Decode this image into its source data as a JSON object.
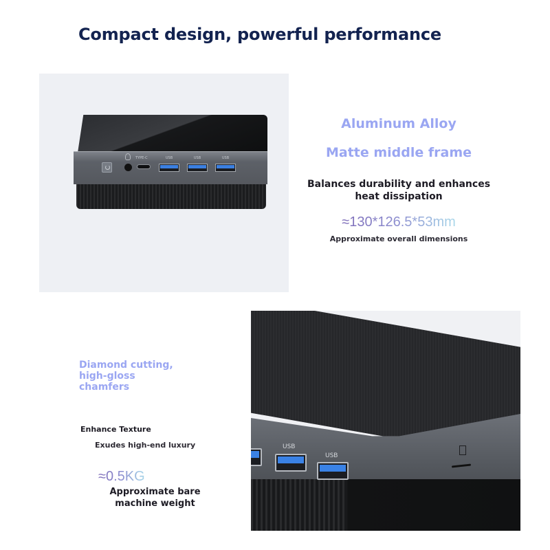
{
  "headline": "Compact design, powerful performance",
  "top_section": {
    "product_image": {
      "alt": "Mini PC front view",
      "ports": {
        "type_c_label": "TYPE-C",
        "usb_labels": [
          "USB",
          "USB",
          "USB"
        ]
      }
    },
    "spec_title_1": "Aluminum Alloy",
    "spec_title_2": "Matte middle frame",
    "spec_description_line1": "Balances durability and enhances",
    "spec_description_line2": "heat dissipation",
    "dimensions_value": "≈130*126.5*53mm",
    "dimensions_caption": "Approximate overall dimensions"
  },
  "bottom_section": {
    "feature_line1": "Diamond cutting,",
    "feature_line2": "high-gloss",
    "feature_line3": "chamfers",
    "enhance_label": "Enhance Texture",
    "luxury_label": "Exudes high-end luxury",
    "weight_value": "≈0.5KG",
    "weight_caption_line1": "Approximate bare",
    "weight_caption_line2": "machine weight",
    "closeup_image": {
      "alt": "Mini PC corner close-up",
      "usb_labels": [
        "USB",
        "USB"
      ]
    }
  },
  "colors": {
    "headline": "#132350",
    "accent_lavender": "#9aa6f2",
    "body_text": "#1d1b24",
    "gradient_start": "#7d6bb8",
    "gradient_end": "#a8d8ea",
    "panel_bg": "#eef0f4",
    "usb_blue": "#3b7fe0"
  }
}
